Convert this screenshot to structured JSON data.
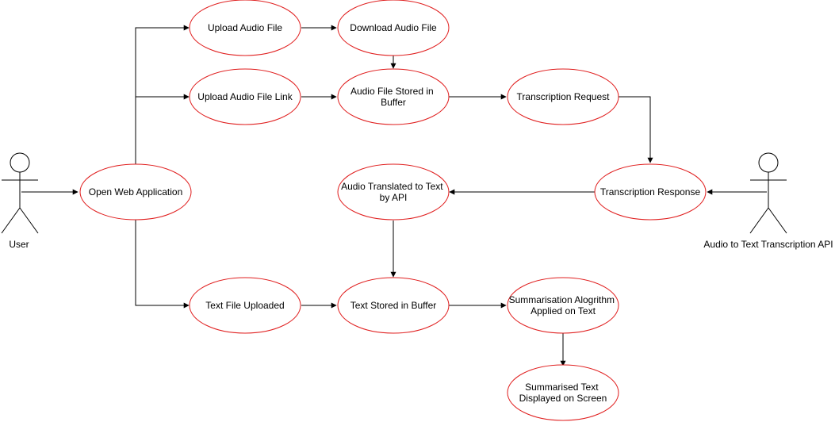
{
  "actors": {
    "user": {
      "label": "User"
    },
    "api": {
      "label": "Audio to Text Transcription API"
    }
  },
  "nodes": {
    "upload_audio_file": {
      "label": [
        "Upload Audio File"
      ]
    },
    "download_audio_file": {
      "label": [
        "Download Audio File"
      ]
    },
    "upload_audio_file_link": {
      "label": [
        "Upload Audio File Link"
      ]
    },
    "audio_file_stored": {
      "label": [
        "Audio File Stored in",
        "Buffer"
      ]
    },
    "transcription_request": {
      "label": [
        "Transcription Request"
      ]
    },
    "open_web_application": {
      "label": [
        "Open Web Application"
      ]
    },
    "audio_translated": {
      "label": [
        "Audio Translated to Text",
        "by API"
      ]
    },
    "transcription_response": {
      "label": [
        "Transcription Response"
      ]
    },
    "text_file_uploaded": {
      "label": [
        "Text File Uploaded"
      ]
    },
    "text_stored": {
      "label": [
        "Text Stored in Buffer"
      ]
    },
    "summarisation_algorithm": {
      "label": [
        "Summarisation Alogrithm",
        "Applied on Text"
      ]
    },
    "summarised_text": {
      "label": [
        "Summarised Text",
        "Displayed on Screen"
      ]
    }
  },
  "colors": {
    "node_border": "#e01e1e",
    "line": "#000000",
    "background": "#ffffff"
  }
}
